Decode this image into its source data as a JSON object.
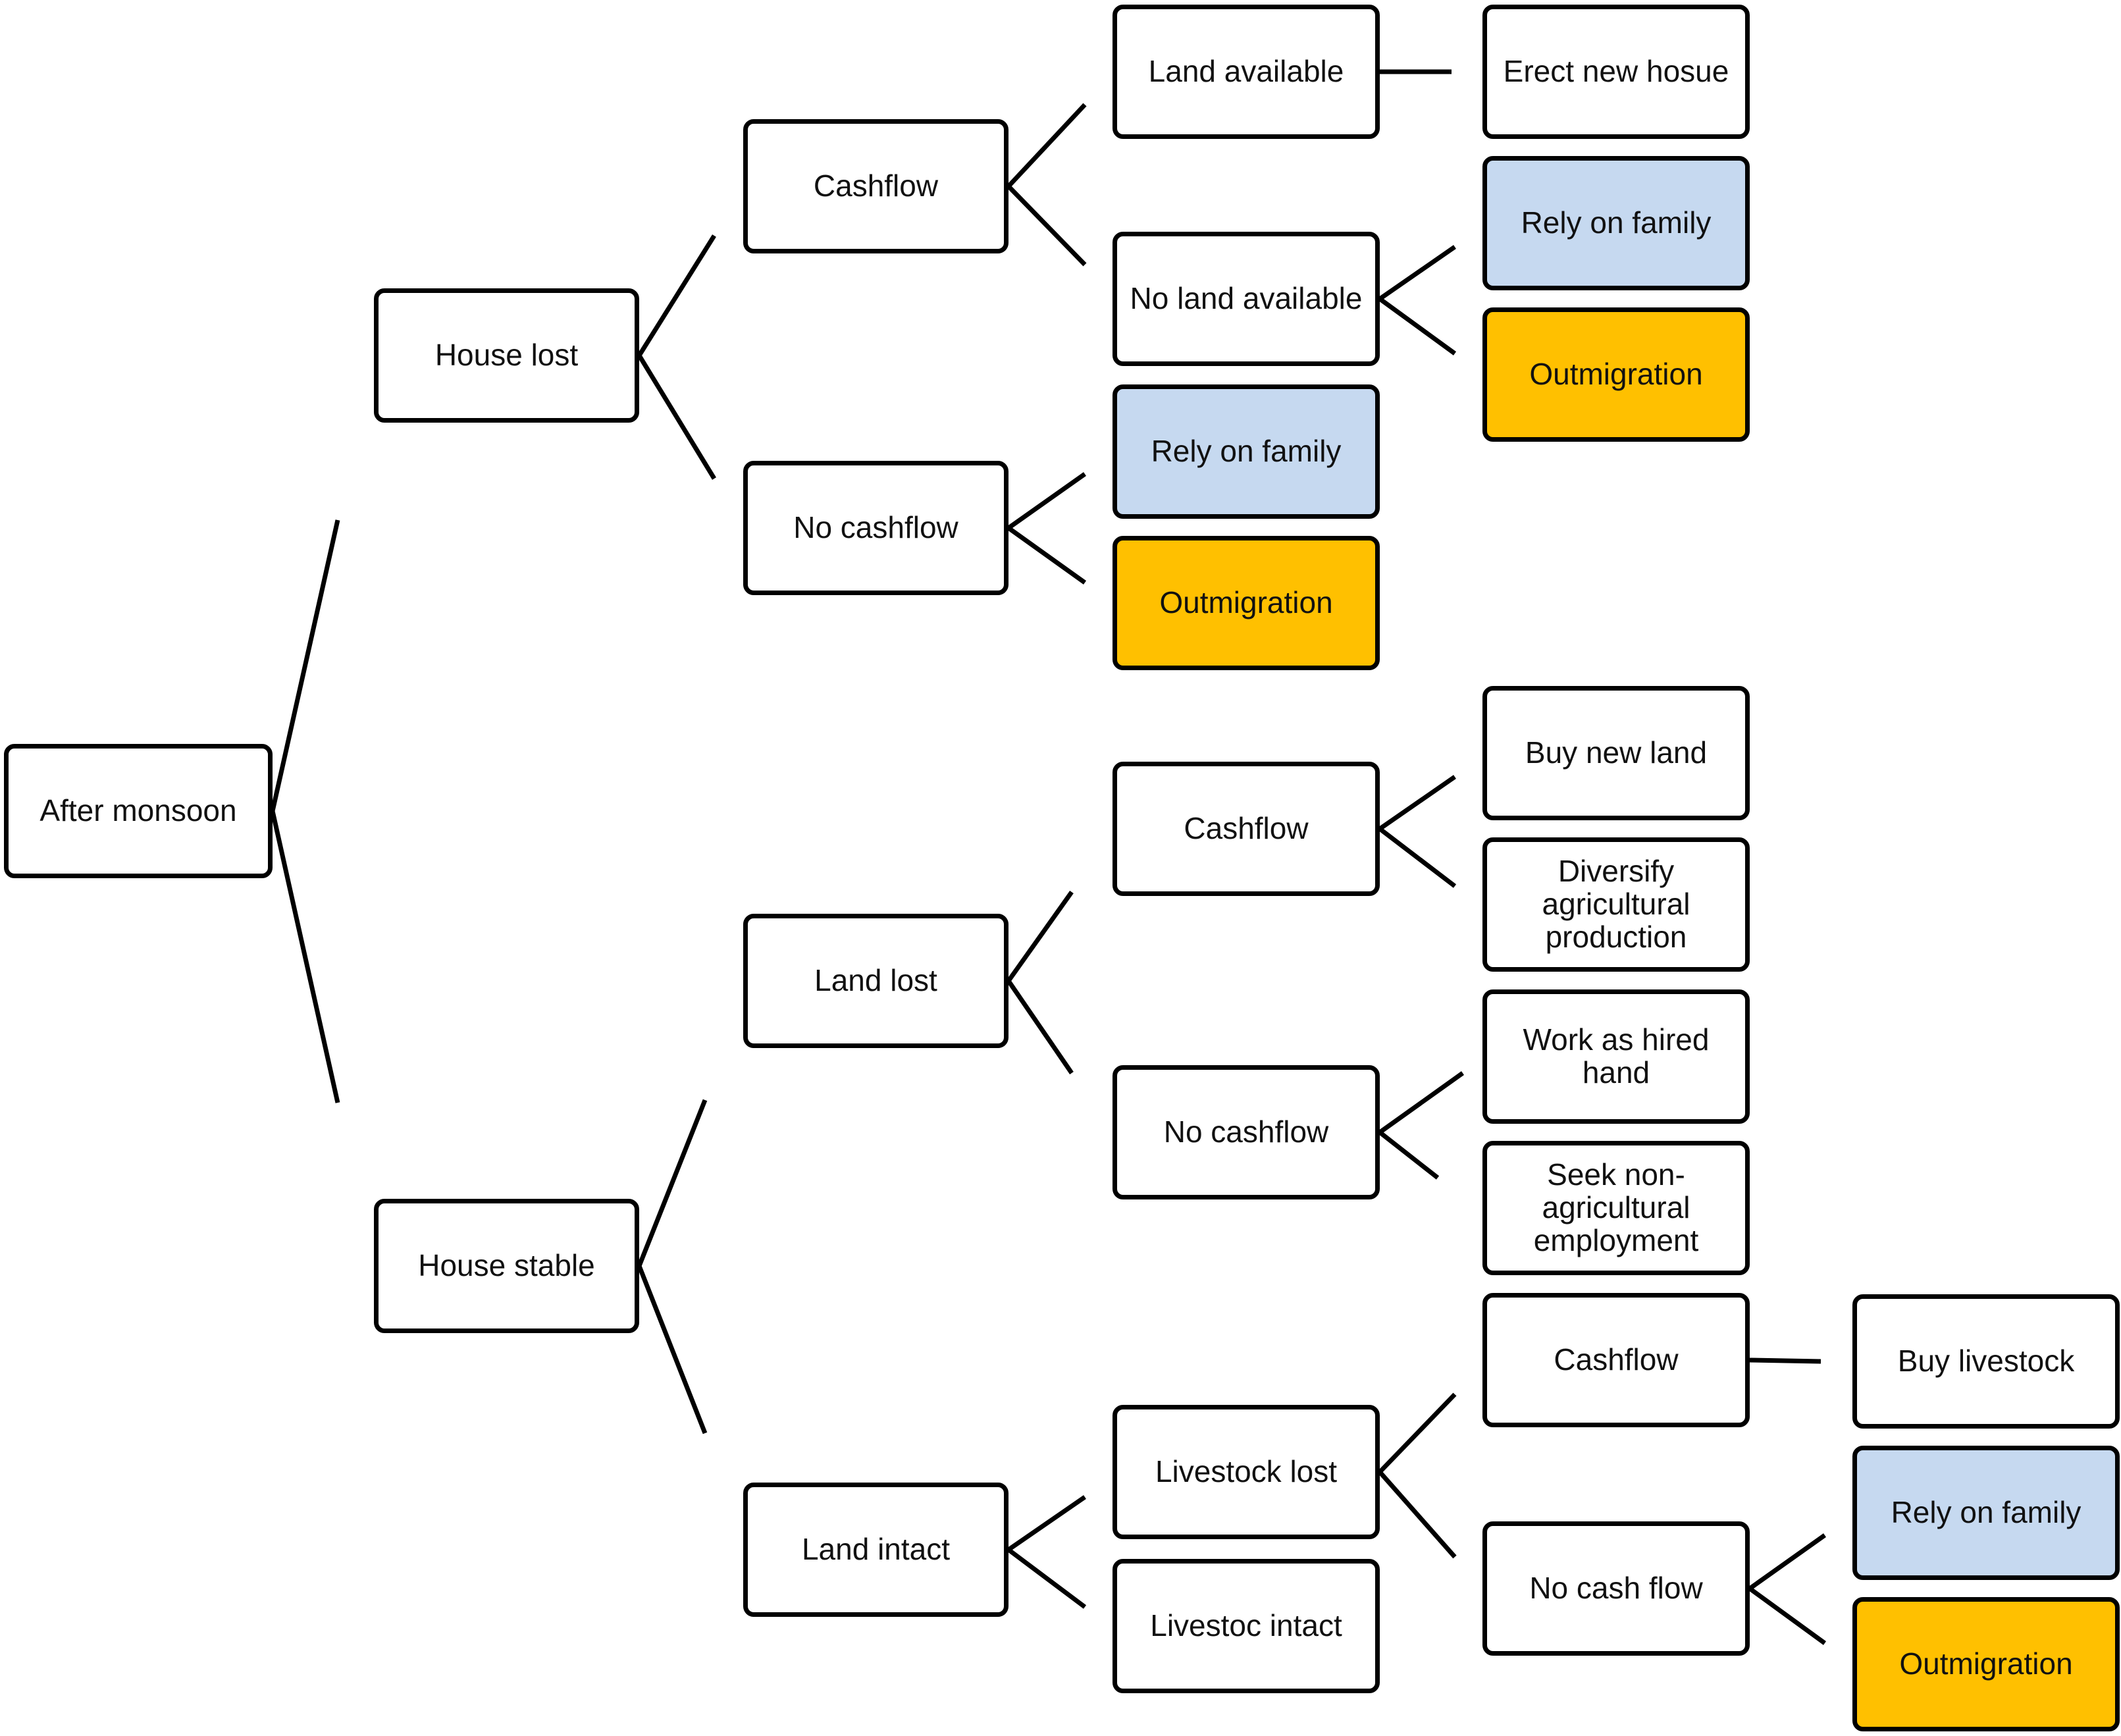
{
  "colors": {
    "box_fill": "#ffffff",
    "box_border": "#000000",
    "rely_on_family_fill": "#c6d9f0",
    "outmigration_fill": "#ffc000",
    "connector": "#000000"
  },
  "tree": {
    "root": "After monsoon",
    "house_lost": {
      "label": "House lost",
      "cashflow": {
        "label": "Cashflow",
        "land_available": {
          "label": "Land available",
          "outcome": "Erect new hosue"
        },
        "no_land_available": {
          "label": "No land available",
          "rely_on_family": "Rely on family",
          "outmigration": "Outmigration"
        }
      },
      "no_cashflow": {
        "label": "No cashflow",
        "rely_on_family": "Rely on family",
        "outmigration": "Outmigration"
      }
    },
    "house_stable": {
      "label": "House stable",
      "land_lost": {
        "label": "Land lost",
        "cashflow": {
          "label": "Cashflow",
          "buy_new_land": "Buy new land",
          "diversify": "Diversify\nagricultural\nproduction"
        },
        "no_cashflow": {
          "label": "No cashflow",
          "hired_hand": "Work as hired\nhand",
          "non_ag": "Seek non-\nagricultural\nemployment"
        }
      },
      "land_intact": {
        "label": "Land intact",
        "livestock_lost": {
          "label": "Livestock lost",
          "cashflow": {
            "label": "Cashflow",
            "outcome": "Buy livestock"
          },
          "no_cash_flow": {
            "label": "No cash flow",
            "rely_on_family": "Rely on family",
            "outmigration": "Outmigration"
          }
        },
        "livestock_intact": {
          "label": "Livestoc  intact"
        }
      }
    }
  }
}
